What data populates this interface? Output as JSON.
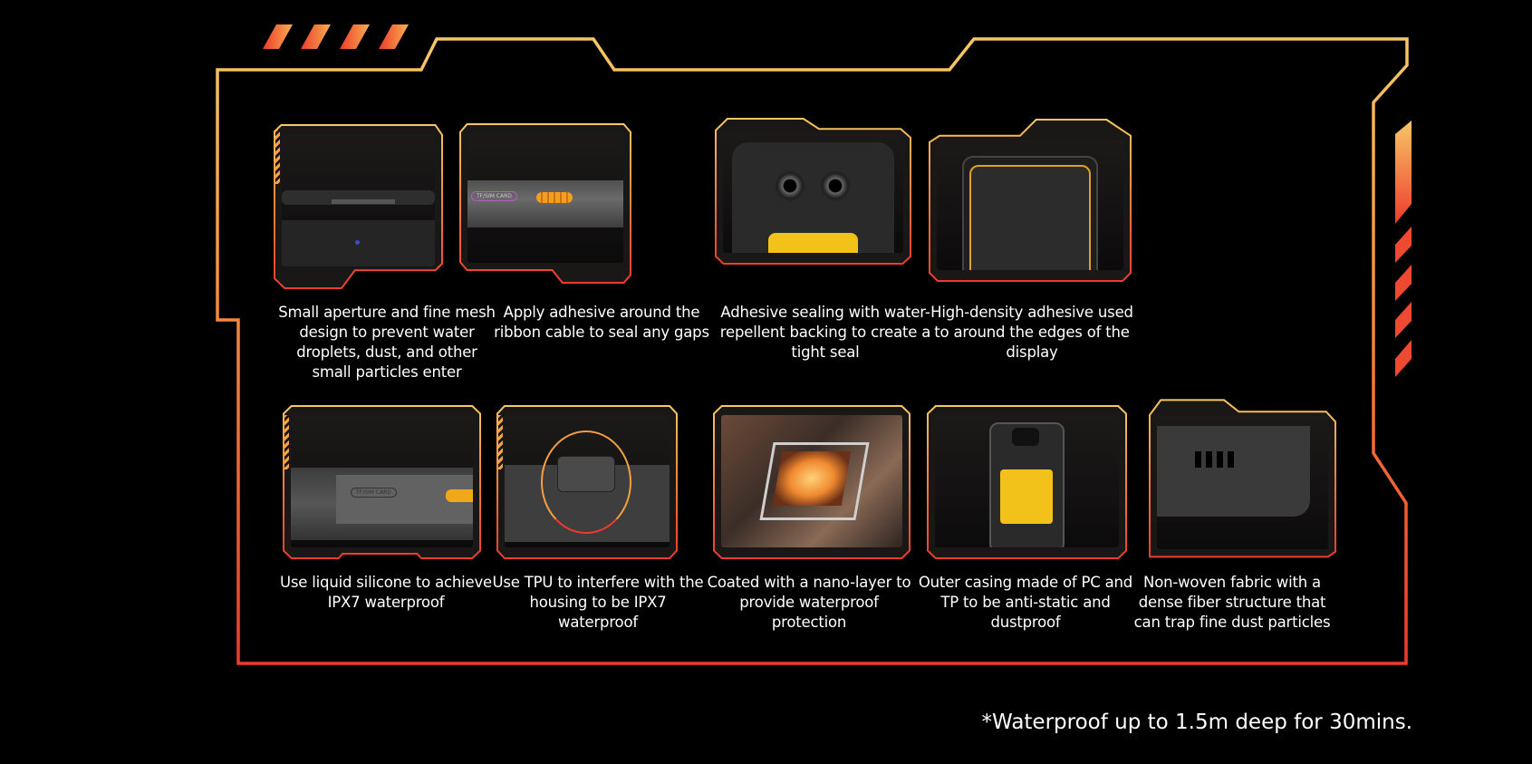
{
  "colors": {
    "accent_yellow": "#f7c766",
    "accent_orange": "#f4823a",
    "accent_red": "#ee3b2c",
    "background": "#000000"
  },
  "cards": [
    {
      "caption": "Small aperture and fine mesh design to prevent water droplets, dust, and other small particles enter",
      "image": "earpiece-mesh-image"
    },
    {
      "caption": "Apply adhesive around the ribbon cable to seal any gaps",
      "image": "side-ribbon-image",
      "image_text": "TF/SIM CARD"
    },
    {
      "caption": "Adhesive sealing with water-repellent backing to create a tight seal",
      "image": "rear-camera-image"
    },
    {
      "caption": "High-density adhesive used to around the edges of the display",
      "image": "display-edge-image"
    },
    {
      "caption": "Use liquid silicone to achieve IPX7 waterproof",
      "image": "sim-tray-image",
      "image_text": "TF/SIM CARD"
    },
    {
      "caption": "Use TPU to interfere with the housing to be IPX7 waterproof",
      "image": "usb-cover-image"
    },
    {
      "caption": "Coated with a nano-layer to provide waterproof protection",
      "image": "nano-chip-image"
    },
    {
      "caption": "Outer casing made of PC and TP to be anti-static and dustproof",
      "image": "phone-back-image"
    },
    {
      "caption": "Non-woven fabric with a dense fiber structure that can trap fine dust particles",
      "image": "speaker-grille-image"
    }
  ],
  "footer_note": "*Waterproof up to 1.5m deep for 30mins."
}
